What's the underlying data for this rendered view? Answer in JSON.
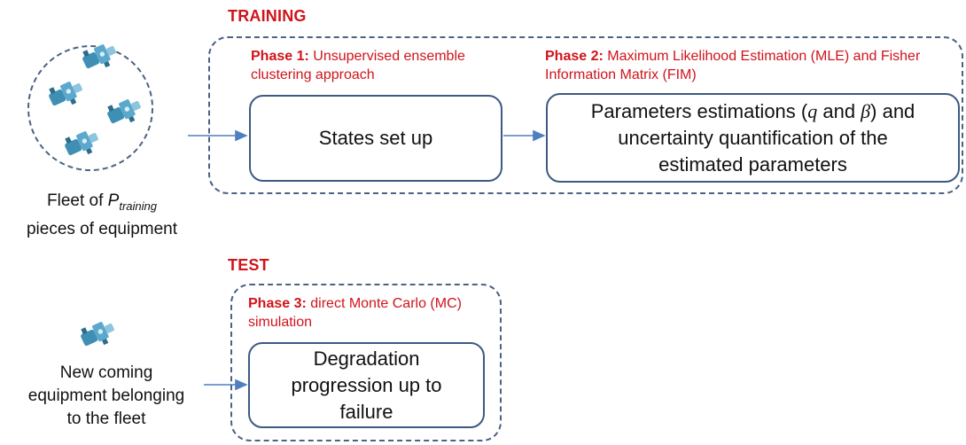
{
  "training": {
    "title": "TRAINING",
    "phase1": {
      "bold": "Phase 1:",
      "rest": " Unsupervised ensemble clustering approach"
    },
    "phase2": {
      "bold": "Phase 2:",
      "rest": " Maximum Likelihood Estimation (MLE) and Fisher Information Matrix (FIM)"
    },
    "box1": "States set up",
    "box2": {
      "line1_pre": "Parameters estimations (",
      "q": "q",
      "and": " and ",
      "beta": "β",
      "line1_post": ") and",
      "line2": "uncertainty quantification of the",
      "line3": "estimated parameters"
    },
    "fleet_caption": {
      "prefix": "Fleet of ",
      "var": "P",
      "sub": "training",
      "line2": "pieces of equipment"
    }
  },
  "test": {
    "title": "TEST",
    "phase3": {
      "bold": "Phase 3:",
      "rest": " direct Monte Carlo (MC) simulation"
    },
    "box3": {
      "line1": "Degradation",
      "line2": "progression up to",
      "line3": "failure"
    },
    "new_caption": {
      "line1": "New coming",
      "line2": "equipment belonging",
      "line3": "to the fleet"
    }
  },
  "colors": {
    "accent_red": "#d0141b",
    "box_border": "#3c5a82",
    "arrow": "#4f7fc1",
    "equipment": "#3f8fb4"
  },
  "icons": [
    "equipment-icon",
    "fleet-circle"
  ]
}
